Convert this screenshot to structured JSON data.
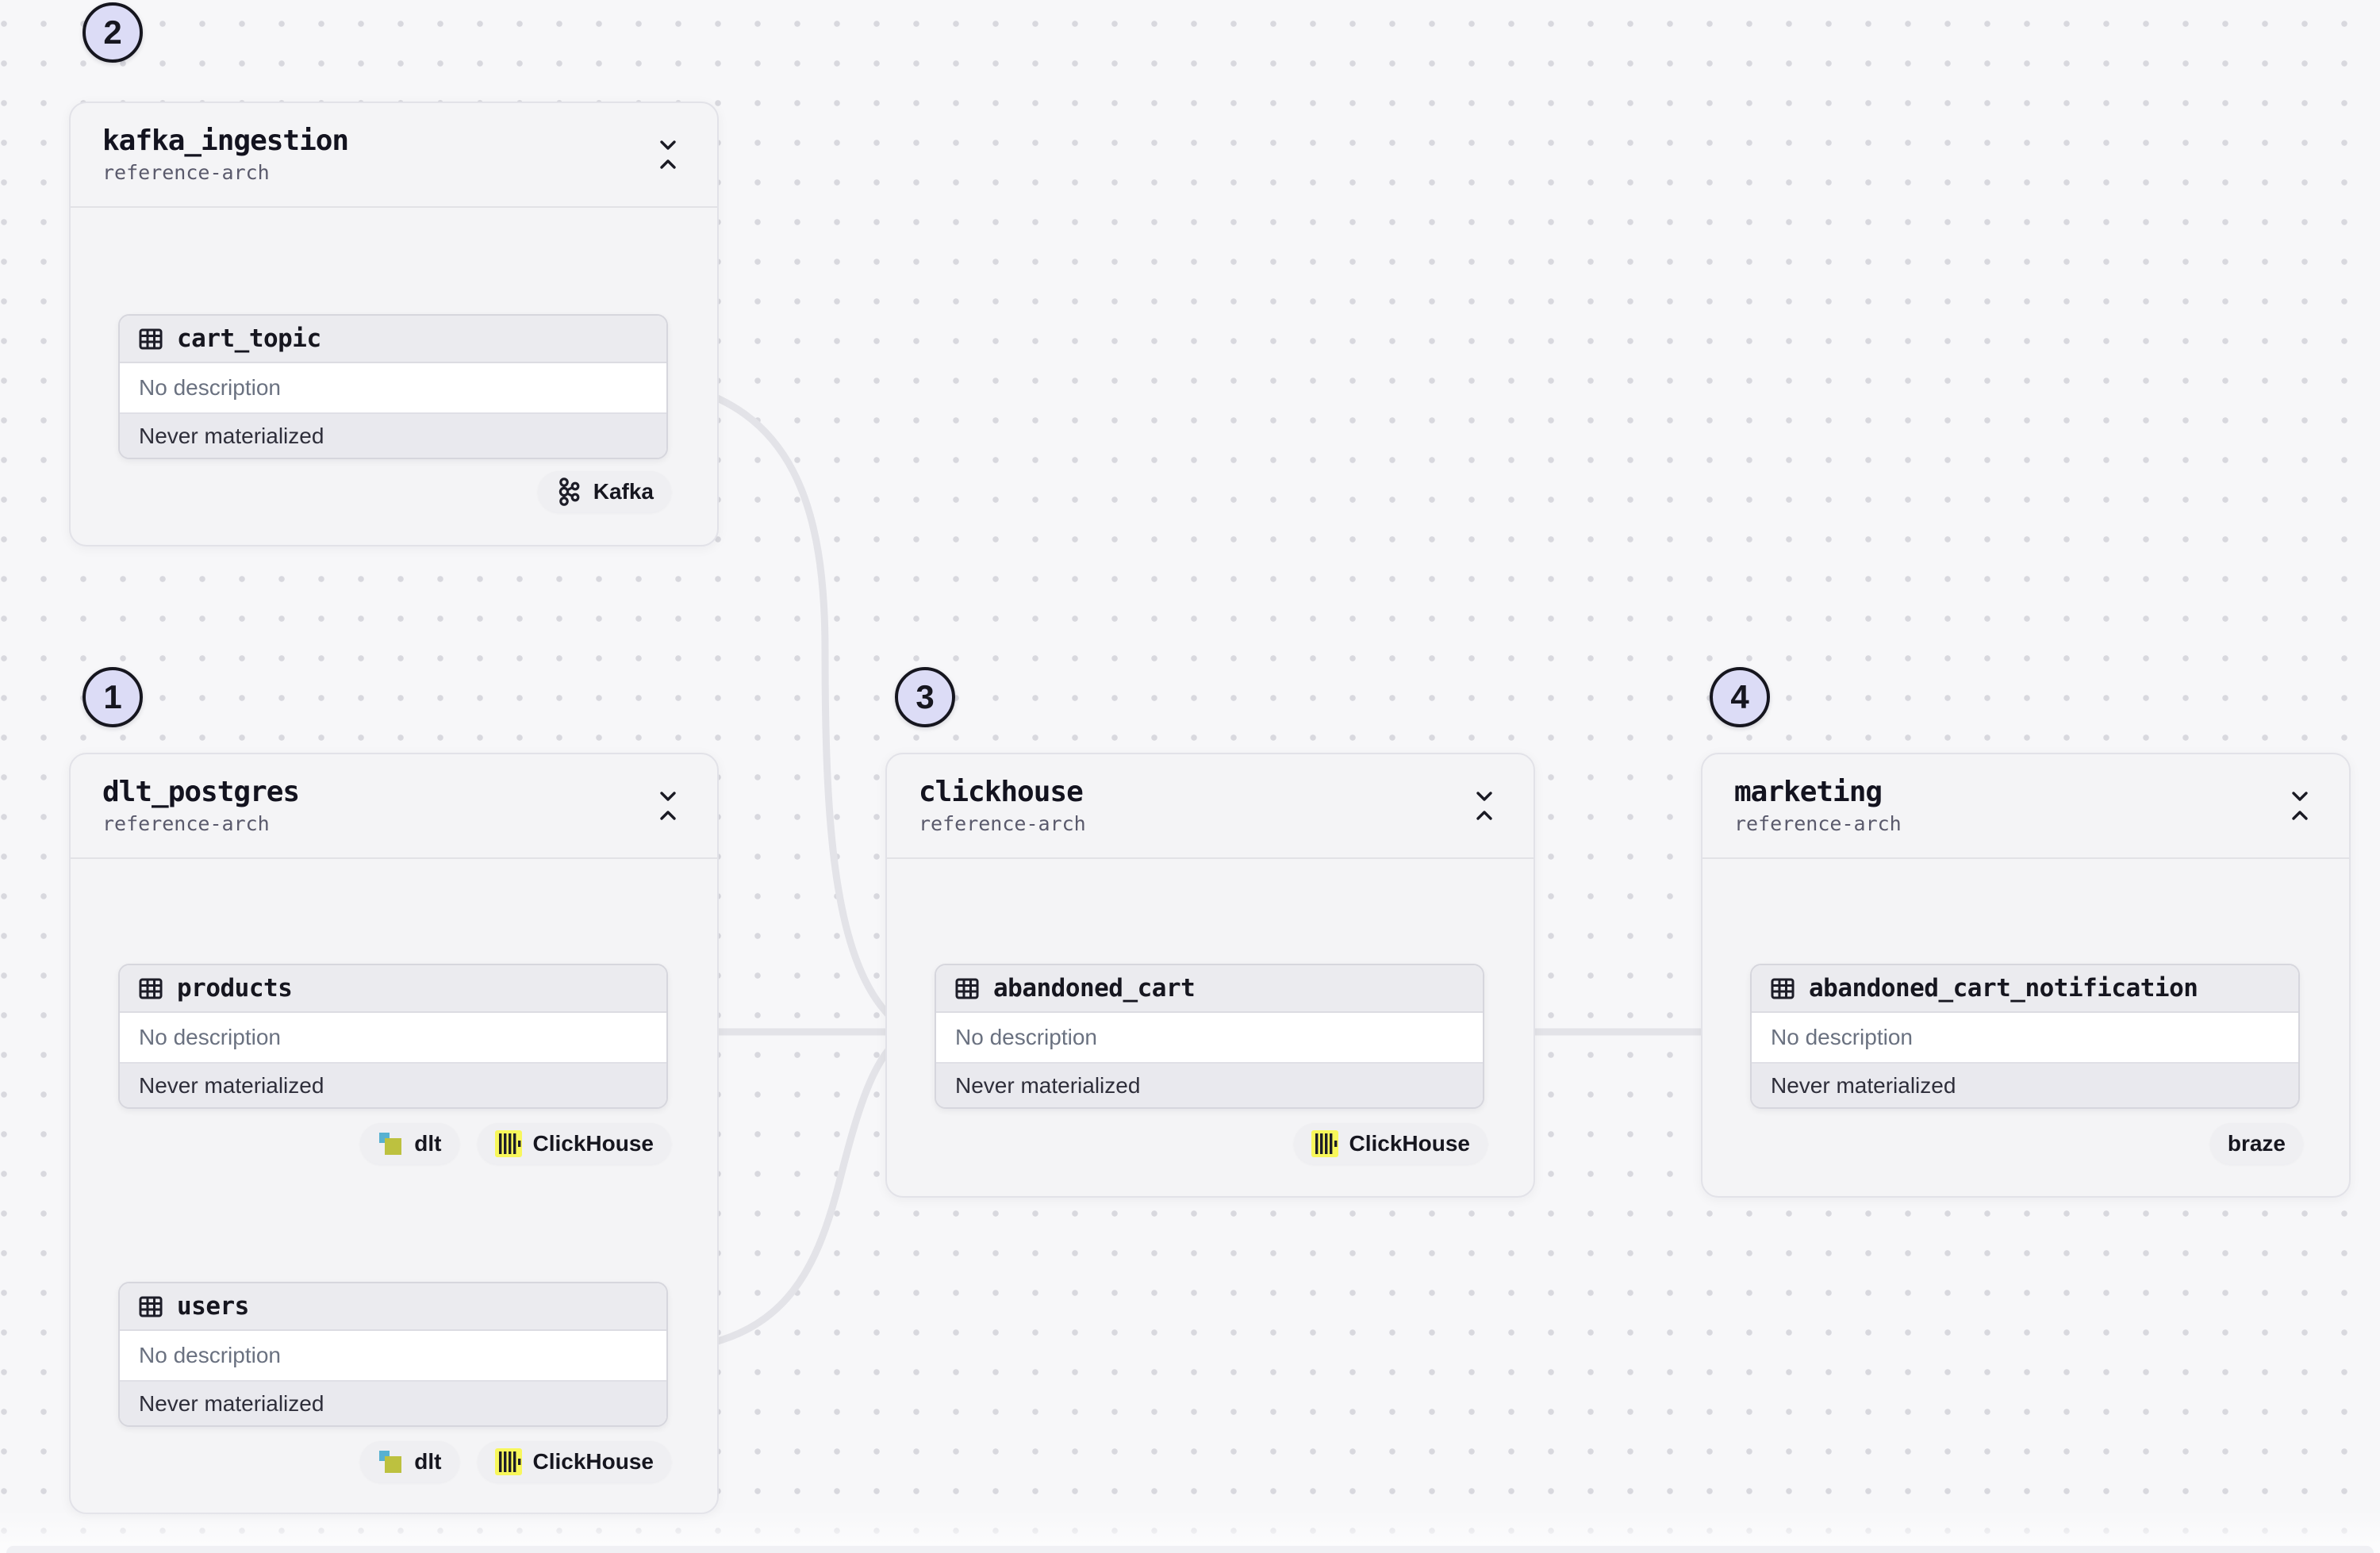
{
  "canvas": {
    "colors": {
      "background": "#f7f7f9",
      "dot_grid": "#d8d8de",
      "card_bg": "#f4f4f6",
      "card_border": "#e2e2e8",
      "node_header_bg": "#ebebef",
      "node_status_bg": "#e9e9ee",
      "edge": "#e3e3e8",
      "step_badge_bg": "#dcdcf6",
      "ink": "#16161f",
      "muted_text": "#6a7180",
      "clickhouse_yellow": "#f8f75b",
      "dlt_blue": "#57b1d1",
      "dlt_olive": "#bdc13f"
    }
  },
  "groups": [
    {
      "id": "kafka_ingestion",
      "step": "2",
      "title": "kafka_ingestion",
      "subtitle": "reference-arch",
      "assets": [
        {
          "name": "cart_topic",
          "description": "No description",
          "status": "Never materialized",
          "tags": [
            {
              "label": "Kafka",
              "icon": "kafka-icon"
            }
          ]
        }
      ]
    },
    {
      "id": "dlt_postgres",
      "step": "1",
      "title": "dlt_postgres",
      "subtitle": "reference-arch",
      "assets": [
        {
          "name": "products",
          "description": "No description",
          "status": "Never materialized",
          "tags": [
            {
              "label": "dlt",
              "icon": "dlt-icon"
            },
            {
              "label": "ClickHouse",
              "icon": "clickhouse-icon"
            }
          ]
        },
        {
          "name": "users",
          "description": "No description",
          "status": "Never materialized",
          "tags": [
            {
              "label": "dlt",
              "icon": "dlt-icon"
            },
            {
              "label": "ClickHouse",
              "icon": "clickhouse-icon"
            }
          ]
        }
      ]
    },
    {
      "id": "clickhouse",
      "step": "3",
      "title": "clickhouse",
      "subtitle": "reference-arch",
      "assets": [
        {
          "name": "abandoned_cart",
          "description": "No description",
          "status": "Never materialized",
          "tags": [
            {
              "label": "ClickHouse",
              "icon": "clickhouse-icon"
            }
          ]
        }
      ]
    },
    {
      "id": "marketing",
      "step": "4",
      "title": "marketing",
      "subtitle": "reference-arch",
      "assets": [
        {
          "name": "abandoned_cart_notification",
          "description": "No description",
          "status": "Never materialized",
          "tags": [
            {
              "label": "braze",
              "icon": null
            }
          ]
        }
      ]
    }
  ],
  "edges": [
    {
      "from": "cart_topic",
      "to": "abandoned_cart"
    },
    {
      "from": "products",
      "to": "abandoned_cart"
    },
    {
      "from": "users",
      "to": "abandoned_cart"
    },
    {
      "from": "abandoned_cart",
      "to": "abandoned_cart_notification"
    }
  ]
}
